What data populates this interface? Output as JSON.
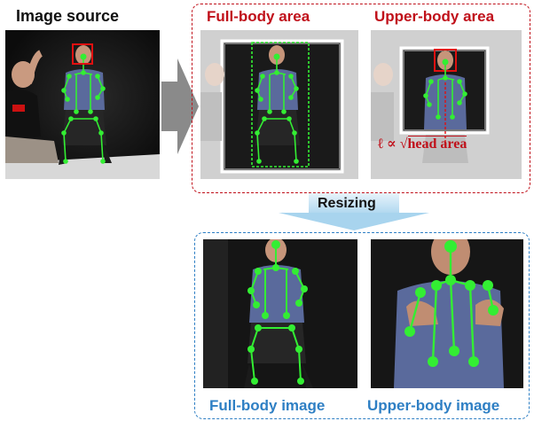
{
  "labels": {
    "image_source": "Image source",
    "full_body_area": "Full-body area",
    "upper_body_area": "Upper-body area",
    "resizing": "Resizing",
    "full_body_image": "Full-body image",
    "upper_body_image": "Upper-body image"
  },
  "formula": {
    "symbol": "ℓ ∝ ",
    "radical": "√",
    "radicand": "head area"
  },
  "colors": {
    "title_dark": "#111111",
    "accent_red": "#c0101a",
    "accent_blue": "#2e7fc4",
    "skeleton_green": "#33ee33",
    "head_box_red": "#e01010",
    "arrow_gray": "#888888"
  }
}
